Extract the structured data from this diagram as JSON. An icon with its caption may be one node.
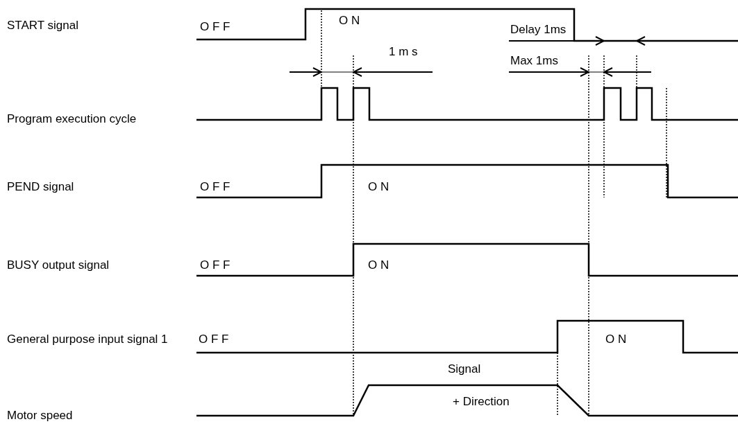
{
  "diagram": {
    "labels": [
      "START signal",
      "O F F",
      "O N",
      "Delay 1ms",
      "1 m s",
      "Max 1ms",
      "Program execution cycle",
      "PEND signal",
      "O F F",
      "O N",
      "BUSY output signal",
      "O F F",
      "O N",
      "General purpose input signal 1",
      "O F F",
      "O N",
      "Signal",
      "+ Direction",
      "Motor speed"
    ]
  }
}
